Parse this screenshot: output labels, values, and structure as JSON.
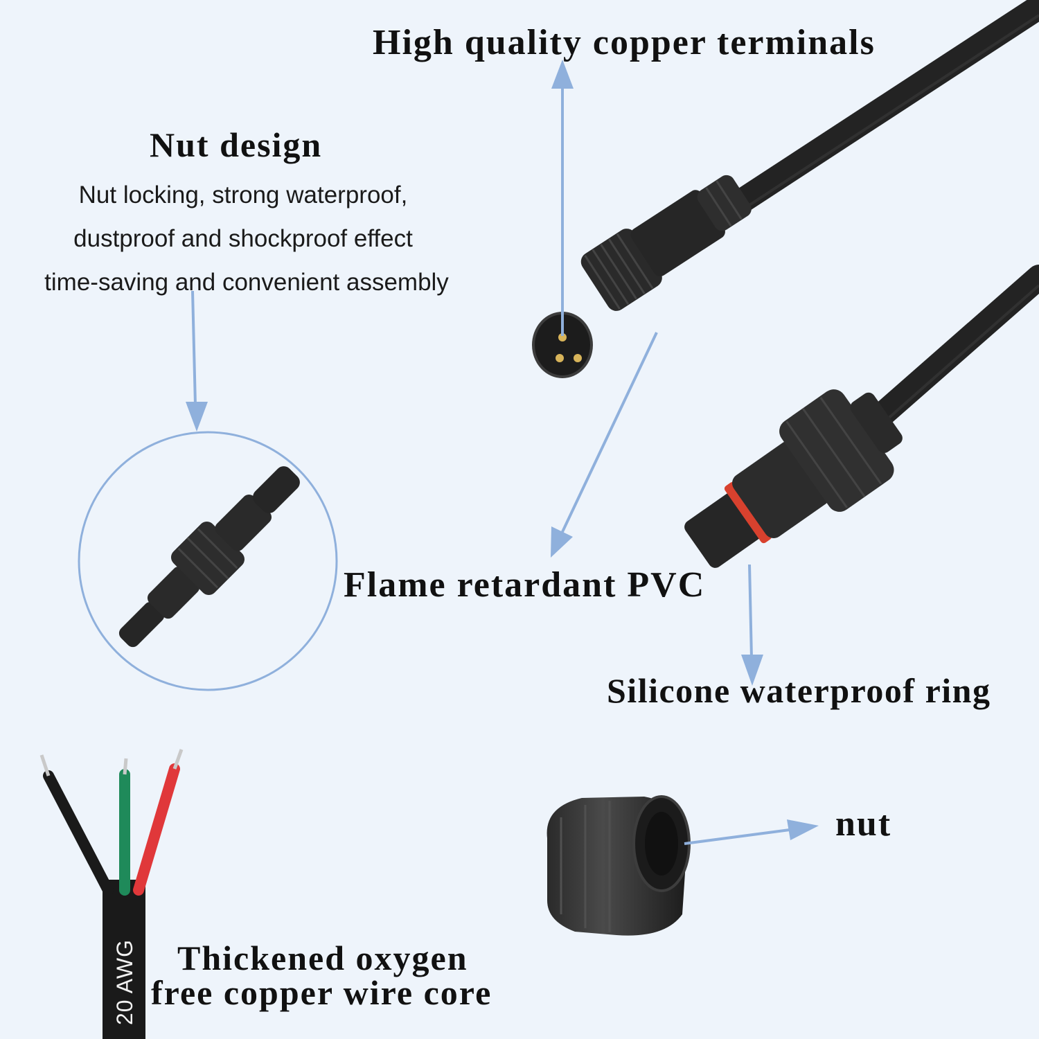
{
  "callouts": {
    "terminals": {
      "title": "High quality copper terminals"
    },
    "nut_design": {
      "title": "Nut design",
      "lines": [
        "Nut locking, strong waterproof,",
        "dustproof and shockproof effect",
        "time-saving and convenient assembly"
      ]
    },
    "pvc": {
      "title": "Flame retardant PVC"
    },
    "ring": {
      "title": "Silicone waterproof ring"
    },
    "nut": {
      "title": "nut"
    },
    "wire_core": {
      "title_line1": "Thickened oxygen",
      "title_line2": "free copper wire core"
    }
  },
  "cable": {
    "gauge_label": "20 AWG"
  },
  "colors": {
    "background": "#eef4fb",
    "arrow": "#8fb0dc",
    "cable": "#232323",
    "wire_black": "#1a1a1a",
    "wire_green": "#1f8a5a",
    "wire_red": "#e0383a",
    "seal_ring": "#d8412e"
  }
}
